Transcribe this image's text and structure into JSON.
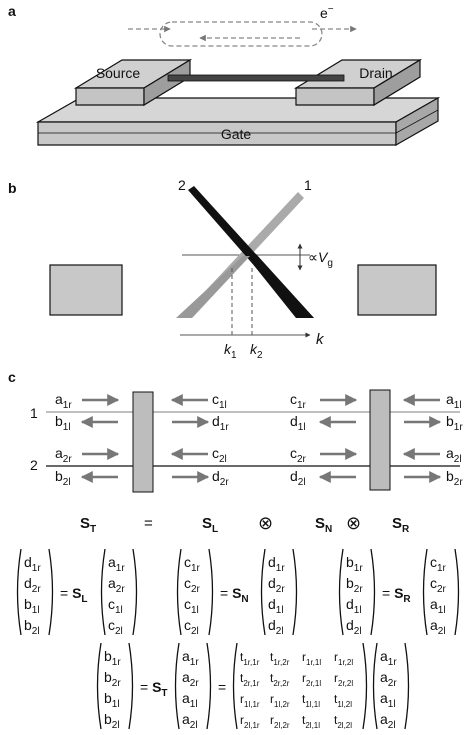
{
  "panel_a": {
    "panel_label": "a",
    "electron": "e",
    "electron_sup": "−",
    "source": "Source",
    "drain": "Drain",
    "gate": "Gate"
  },
  "panel_b": {
    "panel_label": "b",
    "branch1": "1",
    "branch2": "2",
    "vg_prop": "∝",
    "vg_main": "V",
    "vg_sub": "g",
    "k1_main": "k",
    "k1_sub": "1",
    "k2_main": "k",
    "k2_sub": "2",
    "k_axis": "k"
  },
  "panel_c": {
    "panel_label": "c",
    "wire1": "1",
    "wire2": "2",
    "left": [
      {
        "m": "a",
        "s": "1r"
      },
      {
        "m": "b",
        "s": "1l"
      },
      {
        "m": "a",
        "s": "2r"
      },
      {
        "m": "b",
        "s": "2l"
      }
    ],
    "mid_left": [
      {
        "m": "c",
        "s": "1l"
      },
      {
        "m": "d",
        "s": "1r"
      },
      {
        "m": "c",
        "s": "2l"
      },
      {
        "m": "d",
        "s": "2r"
      }
    ],
    "mid_right": [
      {
        "m": "c",
        "s": "1r"
      },
      {
        "m": "d",
        "s": "1l"
      },
      {
        "m": "c",
        "s": "2r"
      },
      {
        "m": "d",
        "s": "2l"
      }
    ],
    "right": [
      {
        "m": "a",
        "s": "1l"
      },
      {
        "m": "b",
        "s": "1r"
      },
      {
        "m": "a",
        "s": "2l"
      },
      {
        "m": "b",
        "s": "2r"
      }
    ],
    "product": {
      "ST_m": "S",
      "ST_s": "T",
      "eq": "=",
      "SL_m": "S",
      "SL_s": "L",
      "otimes": "⊗",
      "SN_m": "S",
      "SN_s": "N",
      "SR_m": "S",
      "SR_s": "R"
    },
    "eq1": {
      "lhs": [
        {
          "m": "d",
          "s": "1r"
        },
        {
          "m": "d",
          "s": "2r"
        },
        {
          "m": "b",
          "s": "1l"
        },
        {
          "m": "b",
          "s": "2l"
        }
      ],
      "op_m": "S",
      "op_s": "L",
      "rhs": [
        {
          "m": "a",
          "s": "1r"
        },
        {
          "m": "a",
          "s": "2r"
        },
        {
          "m": "c",
          "s": "1l"
        },
        {
          "m": "c",
          "s": "2l"
        }
      ]
    },
    "eq2": {
      "lhs": [
        {
          "m": "c",
          "s": "1r"
        },
        {
          "m": "c",
          "s": "2r"
        },
        {
          "m": "c",
          "s": "1l"
        },
        {
          "m": "c",
          "s": "2l"
        }
      ],
      "op_m": "S",
      "op_s": "N",
      "rhs": [
        {
          "m": "d",
          "s": "1r"
        },
        {
          "m": "d",
          "s": "2r"
        },
        {
          "m": "d",
          "s": "1l"
        },
        {
          "m": "d",
          "s": "2l"
        }
      ]
    },
    "eq3": {
      "lhs": [
        {
          "m": "b",
          "s": "1r"
        },
        {
          "m": "b",
          "s": "2r"
        },
        {
          "m": "d",
          "s": "1l"
        },
        {
          "m": "d",
          "s": "2l"
        }
      ],
      "op_m": "S",
      "op_s": "R",
      "rhs": [
        {
          "m": "c",
          "s": "1r"
        },
        {
          "m": "c",
          "s": "2r"
        },
        {
          "m": "a",
          "s": "1l"
        },
        {
          "m": "a",
          "s": "2l"
        }
      ]
    },
    "final": {
      "lhs": [
        {
          "m": "b",
          "s": "1r"
        },
        {
          "m": "b",
          "s": "2r"
        },
        {
          "m": "b",
          "s": "1l"
        },
        {
          "m": "b",
          "s": "2l"
        }
      ],
      "op_m": "S",
      "op_s": "T",
      "mid": [
        {
          "m": "a",
          "s": "1r"
        },
        {
          "m": "a",
          "s": "2r"
        },
        {
          "m": "a",
          "s": "1l"
        },
        {
          "m": "a",
          "s": "2l"
        }
      ],
      "matrix": [
        [
          {
            "m": "t",
            "s": "1r,1r"
          },
          {
            "m": "t",
            "s": "1r,2r"
          },
          {
            "m": "r",
            "s": "1r,1l"
          },
          {
            "m": "r",
            "s": "1r,2l"
          }
        ],
        [
          {
            "m": "t",
            "s": "2r,1r"
          },
          {
            "m": "t",
            "s": "2r,2r"
          },
          {
            "m": "r",
            "s": "2r,1l"
          },
          {
            "m": "r",
            "s": "2r,2l"
          }
        ],
        [
          {
            "m": "r",
            "s": "1l,1r"
          },
          {
            "m": "r",
            "s": "1l,2r"
          },
          {
            "m": "t",
            "s": "1l,1l"
          },
          {
            "m": "t",
            "s": "1l,2l"
          }
        ],
        [
          {
            "m": "r",
            "s": "2l,1r"
          },
          {
            "m": "r",
            "s": "2l,2r"
          },
          {
            "m": "t",
            "s": "2l,1l"
          },
          {
            "m": "t",
            "s": "2l,2l"
          }
        ]
      ],
      "rhs": [
        {
          "m": "a",
          "s": "1r"
        },
        {
          "m": "a",
          "s": "2r"
        },
        {
          "m": "a",
          "s": "1l"
        },
        {
          "m": "a",
          "s": "2l"
        }
      ]
    }
  }
}
